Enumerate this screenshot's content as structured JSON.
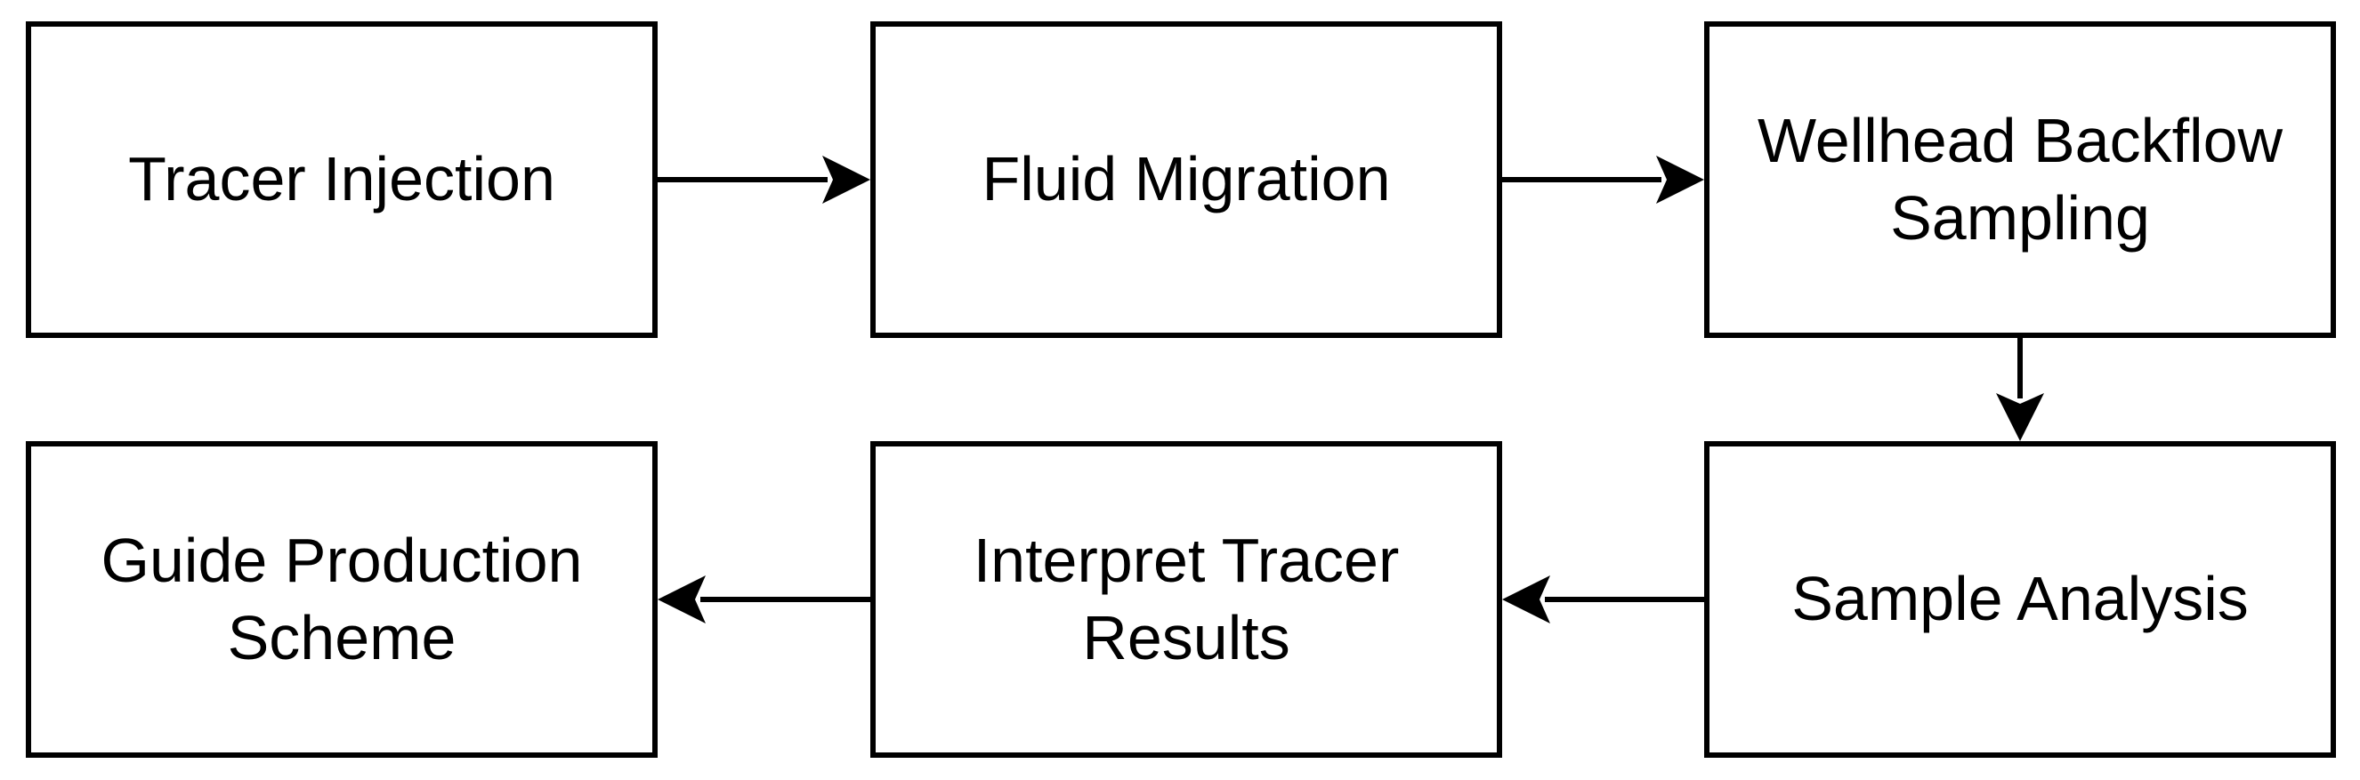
{
  "diagram": {
    "type": "flowchart",
    "background_color": "#ffffff",
    "stroke_color": "#000000",
    "nodes": [
      {
        "id": "tracer-injection",
        "label": "Tracer Injection",
        "row": 0,
        "col": 0
      },
      {
        "id": "fluid-migration",
        "label": "Fluid Migration",
        "row": 0,
        "col": 1
      },
      {
        "id": "wellhead-backflow-sampling",
        "label": "Wellhead Backflow Sampling",
        "row": 0,
        "col": 2
      },
      {
        "id": "guide-production-scheme",
        "label": "Guide Production Scheme",
        "row": 1,
        "col": 0
      },
      {
        "id": "interpret-tracer-results",
        "label": "Interpret Tracer Results",
        "row": 1,
        "col": 1
      },
      {
        "id": "sample-analysis",
        "label": "Sample Analysis",
        "row": 1,
        "col": 2
      }
    ],
    "edges": [
      {
        "from": "tracer-injection",
        "to": "fluid-migration",
        "direction": "right"
      },
      {
        "from": "fluid-migration",
        "to": "wellhead-backflow-sampling",
        "direction": "right"
      },
      {
        "from": "wellhead-backflow-sampling",
        "to": "sample-analysis",
        "direction": "down"
      },
      {
        "from": "sample-analysis",
        "to": "interpret-tracer-results",
        "direction": "left"
      },
      {
        "from": "interpret-tracer-results",
        "to": "guide-production-scheme",
        "direction": "left"
      }
    ]
  }
}
